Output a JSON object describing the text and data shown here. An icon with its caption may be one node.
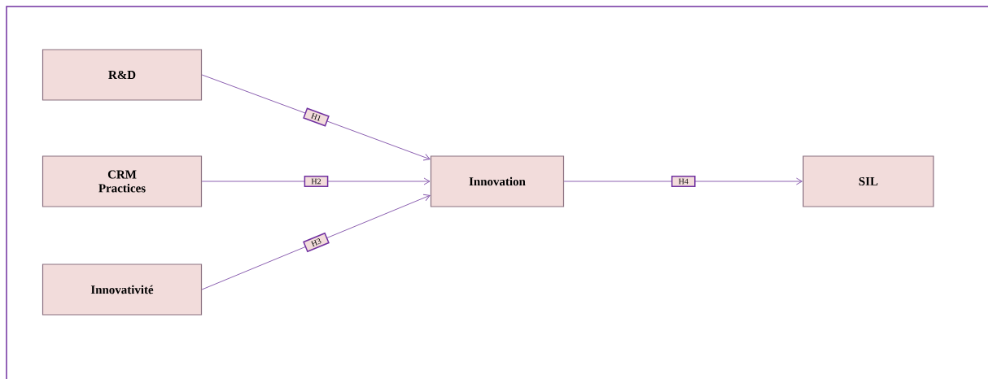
{
  "diagram": {
    "nodes": [
      {
        "text": [
          "R&D"
        ]
      },
      {
        "text": [
          "CRM Practices"
        ]
      },
      {
        "text": [
          "Innovativité"
        ]
      },
      {
        "text": [
          "Innovation"
        ]
      },
      {
        "text": [
          "SIL"
        ]
      }
    ],
    "edges": [
      {
        "from": 0,
        "to": 3,
        "arrow": "to",
        "label": "H1"
      },
      {
        "from": 1,
        "to": 3,
        "arrow": "to",
        "label": "H2"
      },
      {
        "from": 2,
        "to": 3,
        "arrow": "to",
        "label": "H3"
      },
      {
        "from": 3,
        "to": 4,
        "arrow": "to",
        "label": "H4"
      }
    ]
  }
}
